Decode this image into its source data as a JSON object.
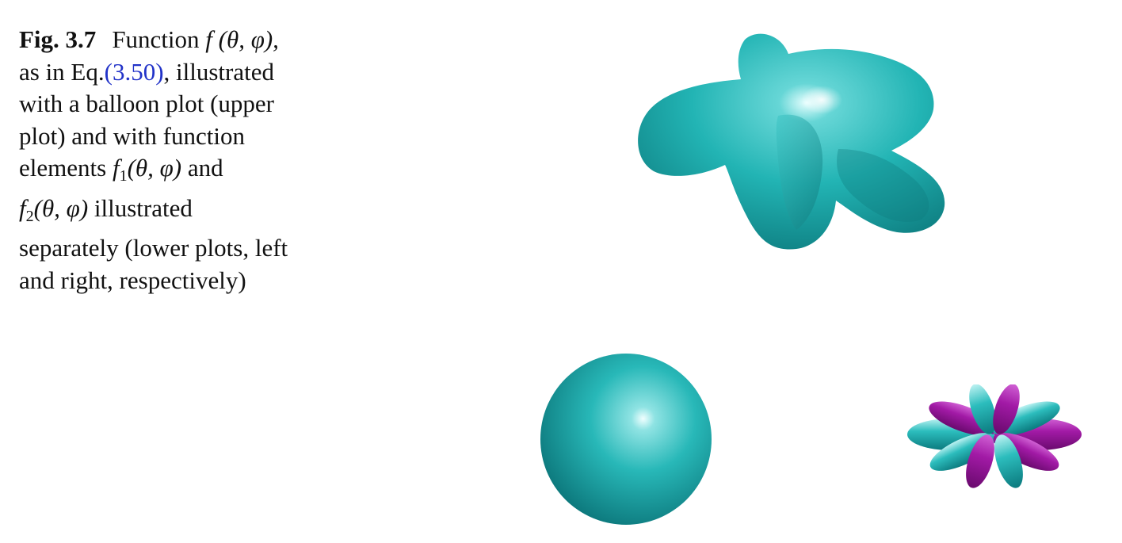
{
  "caption": {
    "figure_label": "Fig. 3.7",
    "line1_text": "Function",
    "line1_func": "f (θ, φ),",
    "line2_pre": "as in Eq.",
    "line2_ref": "(3.50)",
    "line2_post": ", illustrated",
    "line3": "with a balloon plot (upper",
    "line4": "plot) and with function",
    "line5_pre": "elements",
    "f1_base": "f",
    "f1_sub": "1",
    "f1_args": "(θ, φ)",
    "line5_post": "and",
    "f2_base": "f",
    "f2_sub": "2",
    "f2_args": "(θ, φ)",
    "line6_post": "illustrated",
    "line7": "separately (lower plots, left",
    "line8": "and right, respectively)"
  },
  "colors": {
    "surface_teal": "#1fb3b3",
    "surface_teal_dark": "#0e7f82",
    "surface_highlight": "#e8ffff",
    "lobe_magenta": "#a21aa6",
    "link_blue": "#2233c8"
  },
  "figures": {
    "upper": "balloon-plot",
    "lower_left": "f1-sphere-plot",
    "lower_right": "f2-lobe-plot"
  }
}
